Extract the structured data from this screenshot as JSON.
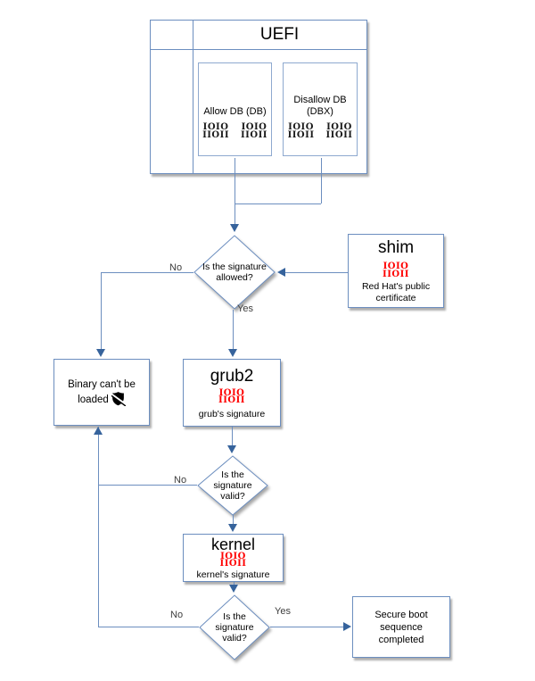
{
  "colors": {
    "stroke": "#6c8ebf",
    "arrowhead": "#36639c",
    "binary_red": "#ff0000",
    "binary_black": "#1a1a1a"
  },
  "binary_glyph": {
    "line1": "IOIO",
    "line2": "IIOII"
  },
  "uefi": {
    "title": "UEFI",
    "allow_db": {
      "label": "Allow DB (DB)"
    },
    "disallow_db": {
      "label": "Disallow DB (DBX)"
    }
  },
  "shim": {
    "title": "shim",
    "caption": "Red Hat's public certificate"
  },
  "decisions": {
    "allowed": {
      "question": "Is the signature allowed?",
      "no": "No",
      "yes": "Yes"
    },
    "valid1": {
      "question": "Is the signature valid?",
      "no": "No"
    },
    "valid2": {
      "question": "Is the signature valid?",
      "no": "No",
      "yes": "Yes"
    }
  },
  "binary_cant_be_loaded": {
    "label": "Binary can't be loaded"
  },
  "grub2": {
    "title": "grub2",
    "caption": "grub's signature"
  },
  "kernel": {
    "title": "kernel",
    "caption": "kernel's signature"
  },
  "completed": {
    "label": "Secure boot sequence completed"
  }
}
